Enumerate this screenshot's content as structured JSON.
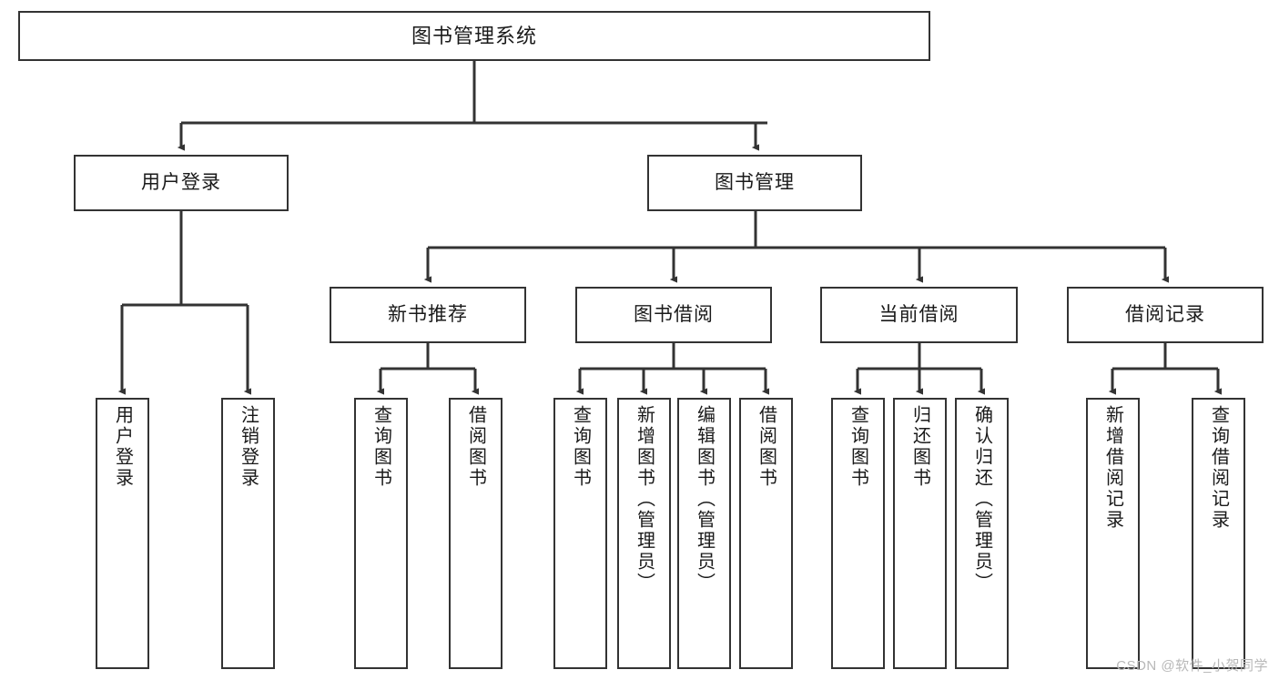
{
  "diagram": {
    "title": "图书管理系统",
    "type": "tree",
    "stroke_color": "#333333",
    "fill_color": "#ffffff",
    "text_color": "#1a1a1a"
  },
  "nodes": {
    "root": {
      "label": "图书管理系统"
    },
    "level2": [
      {
        "label": "用户登录"
      },
      {
        "label": "图书管理"
      }
    ],
    "level3": [
      {
        "label": "新书推荐"
      },
      {
        "label": "图书借阅"
      },
      {
        "label": "当前借阅"
      },
      {
        "label": "借阅记录"
      }
    ],
    "login_leaves": [
      {
        "label": "用户登录"
      },
      {
        "label": "注销登录"
      }
    ],
    "newbook_leaves": [
      {
        "label": "查询图书"
      },
      {
        "label": "借阅图书"
      }
    ],
    "borrow_leaves": [
      {
        "label": "查询图书"
      },
      {
        "label": "新增图书（管理员）"
      },
      {
        "label": "编辑图书（管理员）"
      },
      {
        "label": "借阅图书"
      }
    ],
    "current_leaves": [
      {
        "label": "查询图书"
      },
      {
        "label": "归还图书"
      },
      {
        "label": "确认归还（管理员）"
      }
    ],
    "record_leaves": [
      {
        "label": "新增借阅记录"
      },
      {
        "label": "查询借阅记录"
      }
    ]
  },
  "watermark": {
    "text": "CSDN @软件_小贺同学"
  }
}
